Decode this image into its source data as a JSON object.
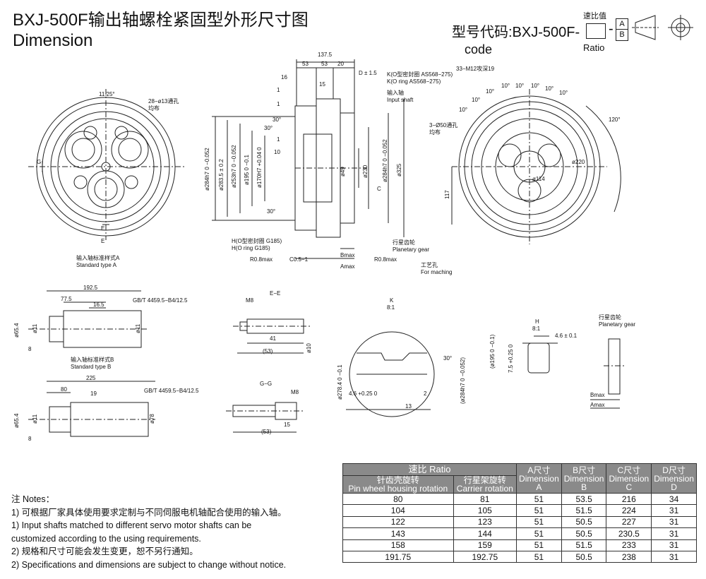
{
  "title": {
    "line1": "BXJ-500F输出轴螺栓紧固型外形尺寸图",
    "line2": "Dimension"
  },
  "model": {
    "code_label": "型号代码:BXJ-500F-",
    "code_en": "code",
    "ratio_cn": "速比值",
    "ratio_en": "Ratio",
    "dash": "-",
    "ab_top": "A",
    "ab_bottom": "B"
  },
  "drawing": {
    "left_view": {
      "angle": "11.25°",
      "holes_cn": "28−ø13通孔",
      "holes_cn2": "均布",
      "label_g": "G",
      "label_e_top": "E",
      "label_e_bot": "E",
      "type_cn": "输入轴标准样式A",
      "type_en": "Standard type A"
    },
    "section": {
      "d_total": "137.5",
      "d_53a": "53",
      "d_53b": "53",
      "d_20": "20",
      "d_d15": "D ± 1.5",
      "d_16": "16",
      "d_15": "15",
      "d_1a": "1",
      "d_1b": "1",
      "d_1c": "1",
      "d_10": "10",
      "d_30a": "30°",
      "d_30b": "30°",
      "d_30c": "30°",
      "dia_284": "ø284h7 0 −0.052",
      "dia_2835": "ø283.5 ± 0.2",
      "dia_253": "ø253h7 0 −0.052",
      "dia_195": "ø195 0 −0.1",
      "dia_170": "ø170H7 +0.04 0",
      "dia_49": "ø49",
      "dia_230": "ø230",
      "dia_284b": "ø284h7 0 −0.052",
      "dia_325": "ø325",
      "k_cn": "K(O型密封圈 AS568−275)",
      "k_en": "K(O ring AS568−275)",
      "shaft_cn": "输入轴",
      "shaft_en": "Input shaft",
      "h_cn": "H(O型密封圈 G185)",
      "h_en": "H(O ring G185)",
      "r08a": "R0.8max",
      "c05": "C0.5−1",
      "r08b": "R0.8max",
      "bmax": "Bmax",
      "amax": "Amax",
      "label_c": "C",
      "planetary_cn": "行星齿轮",
      "planetary_en": "Planetary gear",
      "machining_cn": "工艺孔",
      "machining_en": "For maching"
    },
    "right_view": {
      "tap": "33−M12攻深19",
      "angles": [
        "10°",
        "10°",
        "10°",
        "10°",
        "10°",
        "10°",
        "10°",
        "10°"
      ],
      "a120": "120°",
      "holes_cn": "3−Ø50通孔",
      "holes_cn2": "均布",
      "dia_220": "ø220",
      "dia_114": "ø114",
      "d_117": "117"
    },
    "shaft_b": {
      "d_1925": "192.5",
      "d_775": "77.5",
      "d_165": "16.5",
      "std": "GB/T 4459.5−B4/12.5",
      "dia_654": "ø65.4",
      "dia_11": "ø11",
      "dia_11b": "ø11",
      "d_8": "8",
      "type_cn": "输入轴标准样式B",
      "type_en": "Standard type B"
    },
    "shaft_c": {
      "d_225": "225",
      "d_80": "80",
      "d_19": "19",
      "std": "GB/T 4459.5−B4/12.5",
      "dia_654": "ø65.4",
      "dia_11": "ø11",
      "dia_78": "ø78",
      "d_8": "8"
    },
    "ee": {
      "label": "E−E",
      "m8": "M8",
      "d_41": "41",
      "d_53": "(53)",
      "dia_10": "ø10"
    },
    "gg": {
      "label": "G−G",
      "m8": "M8",
      "d_15": "15",
      "d_53": "(53)"
    },
    "k_detail": {
      "label": "K",
      "scale": "8:1",
      "a30": "30°",
      "dia_2784": "ø278.4 0 −0.1",
      "d_46": "4.6 +0.25 0",
      "d_2": "2",
      "d_13": "13",
      "dia_284": "(ø284h7 0 −0.052)"
    },
    "h_detail": {
      "label": "H",
      "scale": "8:1",
      "d_46": "4.6 ± 0.1",
      "dia_195": "(ø195 0 −0.1)",
      "d_75": "7.5 +0.25 0"
    },
    "planet": {
      "cn": "行星齿轮",
      "en": "Planetary gear",
      "bmax": "Bmax",
      "amax": "Amax"
    }
  },
  "notes": {
    "heading": "注 Notes：",
    "lines": [
      "1) 可根据厂家具体使用要求定制与不同伺服电机轴配合使用的输入轴。",
      "1) Input shafts matched to different  servo motor shafts can be",
      "customized according to the using requirements.",
      "2) 规格和尺寸可能会发生变更，恕不另行通知。",
      "2) Specifications and dimensions are subject to change without notice."
    ]
  },
  "table": {
    "header_ratio": "速比 Ratio",
    "h_pin_cn": "针齿壳旋转",
    "h_pin_en": "Pin wheel housing rotation",
    "h_carrier_cn": "行星架旋转",
    "h_carrier_en": "Carrier rotation",
    "h_a_cn": "A尺寸",
    "h_a_en": "Dimension",
    "h_a_l": "A",
    "h_b_cn": "B尺寸",
    "h_b_en": "Dimension",
    "h_b_l": "B",
    "h_c_cn": "C尺寸",
    "h_c_en": "Dimension",
    "h_c_l": "C",
    "h_d_cn": "D尺寸",
    "h_d_en": "Dimension",
    "h_d_l": "D",
    "rows": [
      [
        "80",
        "81",
        "51",
        "53.5",
        "216",
        "34"
      ],
      [
        "104",
        "105",
        "51",
        "51.5",
        "224",
        "31"
      ],
      [
        "122",
        "123",
        "51",
        "50.5",
        "227",
        "31"
      ],
      [
        "143",
        "144",
        "51",
        "50.5",
        "230.5",
        "31"
      ],
      [
        "158",
        "159",
        "51",
        "51.5",
        "233",
        "31"
      ],
      [
        "191.75",
        "192.75",
        "51",
        "50.5",
        "238",
        "31"
      ]
    ]
  }
}
